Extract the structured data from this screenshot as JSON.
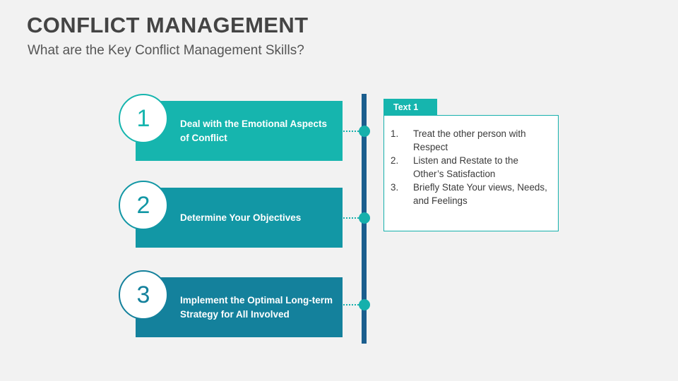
{
  "slide": {
    "title": "CONFLICT MANAGEMENT",
    "subtitle": "What are the Key Conflict Management Skills?",
    "background_color": "#f2f2f2",
    "title_color": "#444444"
  },
  "timeline": {
    "bar_color": "#1b5e8e",
    "dot_color": "#16b0ac",
    "connector_color": "#16b0ac"
  },
  "steps": [
    {
      "number": "1",
      "label": "Deal with the Emotional Aspects of Conflict",
      "box_color": "#16b5ae",
      "circle_color": "#16b5ae"
    },
    {
      "number": "2",
      "label": "Determine Your Objectives",
      "box_color": "#1297a5",
      "circle_color": "#1297a5"
    },
    {
      "number": "3",
      "label": "Implement the Optimal Long-term Strategy for All Involved",
      "box_color": "#14819c",
      "circle_color": "#14819c"
    }
  ],
  "panel": {
    "tab_label": "Text 1",
    "tab_color": "#16b5ae",
    "border_color": "#16b0ac",
    "items": [
      {
        "marker": "1.",
        "text": "Treat the other person with Respect"
      },
      {
        "marker": "2.",
        "text": "Listen and Restate to the Other’s Satisfaction"
      },
      {
        "marker": "3.",
        "text": "Briefly State Your views, Needs, and Feelings"
      }
    ]
  }
}
